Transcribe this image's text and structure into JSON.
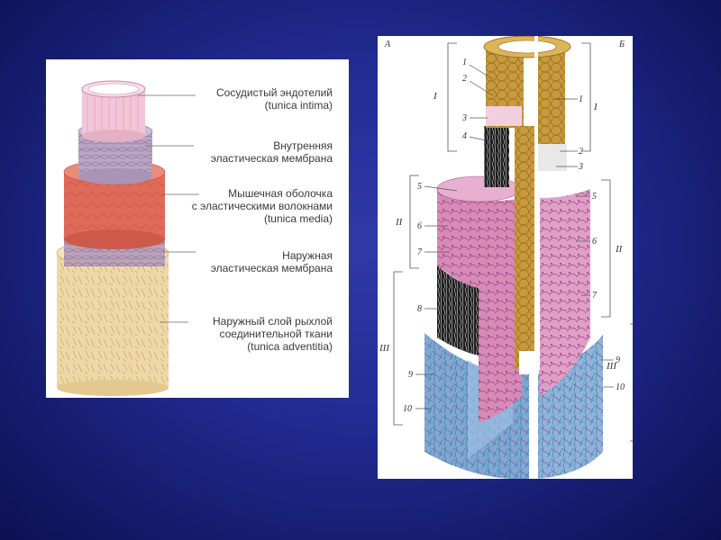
{
  "left_panel": {
    "labels": [
      {
        "line1": "Сосудистый эндотелий",
        "line2": "(tunica intima)"
      },
      {
        "line1": "Внутренняя",
        "line2": "эластическая мембрана"
      },
      {
        "line1": "Мышечная оболочка",
        "line2": "с эластическими волокнами",
        "line3": "(tunica media)"
      },
      {
        "line1": "Наружная",
        "line2": "эластическая мембрана"
      },
      {
        "line1": "Наружный слой рыхлой",
        "line2": "соединительной ткани",
        "line3": "(tunica adventitia)"
      }
    ]
  },
  "right_panel": {
    "corner_a": "А",
    "corner_b": "Б",
    "roman_left": [
      "I",
      "II",
      "III"
    ],
    "roman_right": [
      "I",
      "II",
      "III"
    ],
    "numbers_left": [
      "1",
      "2",
      "3",
      "4",
      "5",
      "6",
      "7",
      "8",
      "9",
      "10"
    ],
    "numbers_right": [
      "1",
      "2",
      "3",
      "5",
      "6",
      "7",
      "9",
      "10"
    ]
  },
  "colors": {
    "intima": "#f2c6d6",
    "inner_membrane": "#b9a6c4",
    "media": "#e06a58",
    "outer_membrane": "#bca2b8",
    "adventitia": "#efd8a8",
    "tan_tube": "#c99a3c",
    "pink_media": "#d78ab6",
    "blue_adventitia": "#7fa8d2"
  }
}
